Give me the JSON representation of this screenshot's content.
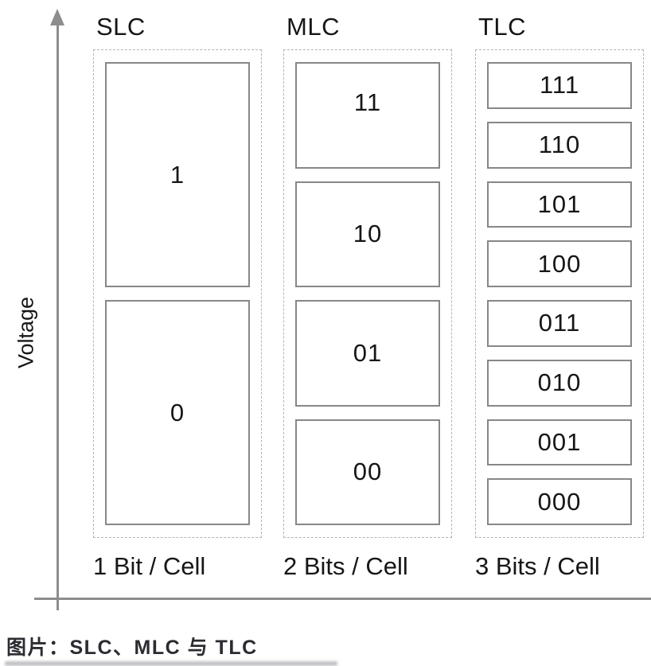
{
  "axis": {
    "y_label": "Voltage"
  },
  "columns": [
    {
      "id": "slc",
      "title": "SLC",
      "caption": "1 Bit / Cell",
      "cells": [
        "1",
        "0"
      ]
    },
    {
      "id": "mlc",
      "title": "MLC",
      "caption": "2 Bits / Cell",
      "cells": [
        "11",
        "10",
        "01",
        "00"
      ]
    },
    {
      "id": "tlc",
      "title": "TLC",
      "caption": "3 Bits / Cell",
      "cells": [
        "111",
        "110",
        "101",
        "100",
        "011",
        "010",
        "001",
        "000"
      ]
    }
  ],
  "footer": {
    "caption": "图片：SLC、MLC 与 TLC"
  },
  "colors": {
    "axis": "#8d8d8d",
    "box_border": "#878787",
    "dashed_border": "#b3b3b3",
    "text": "#161616",
    "footer_text": "#2b2b31"
  }
}
